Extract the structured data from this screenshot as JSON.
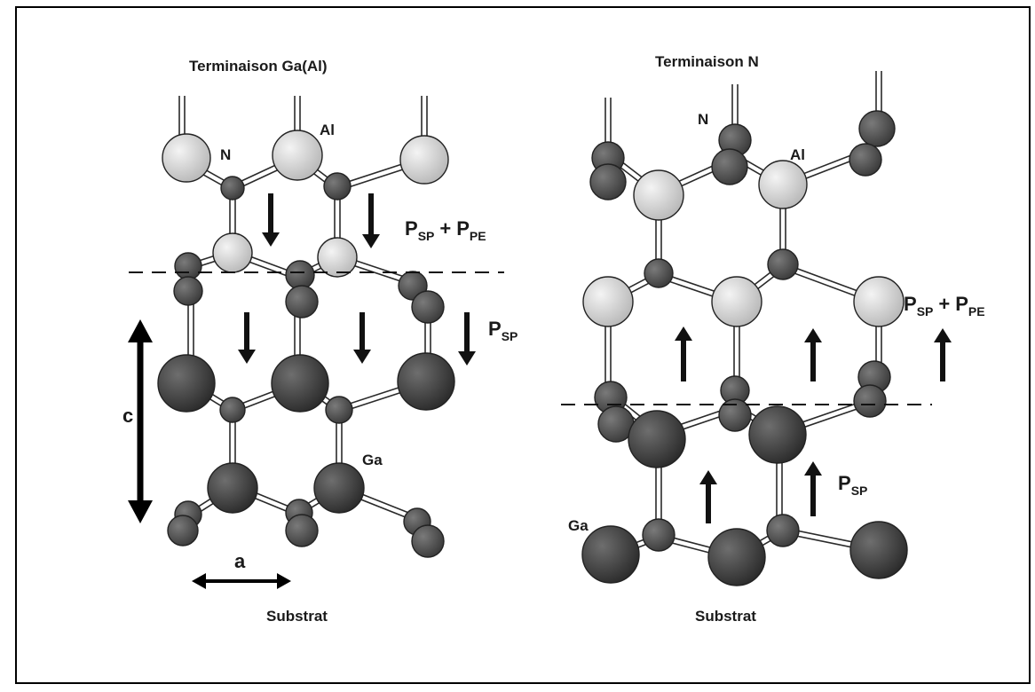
{
  "left_panel": {
    "title": "Terminaison Ga(Al)",
    "atom_labels": {
      "n": "N",
      "al": "Al",
      "ga": "Ga"
    },
    "polarization_top": {
      "p1": "P",
      "s1": "SP",
      "plus": "+",
      "p2": "P",
      "s2": "PE"
    },
    "polarization_bottom": {
      "p": "P",
      "s": "SP"
    },
    "lattice_c": "c",
    "lattice_a": "a",
    "substrate": "Substrat"
  },
  "right_panel": {
    "title": "Terminaison N",
    "atom_labels": {
      "n": "N",
      "al": "Al",
      "ga": "Ga"
    },
    "polarization_top": {
      "p1": "P",
      "s1": "SP",
      "plus": "+",
      "p2": "P",
      "s2": "PE"
    },
    "polarization_bottom": {
      "p": "P",
      "s": "SP"
    },
    "substrate": "Substrat"
  },
  "colors": {
    "light_atom": "#d6d6d6",
    "dark_atom": "#3c3c3c",
    "mid_atom": "#555555",
    "bond": "#2a2a2a",
    "arrow": "#111111",
    "border": "#000000"
  }
}
